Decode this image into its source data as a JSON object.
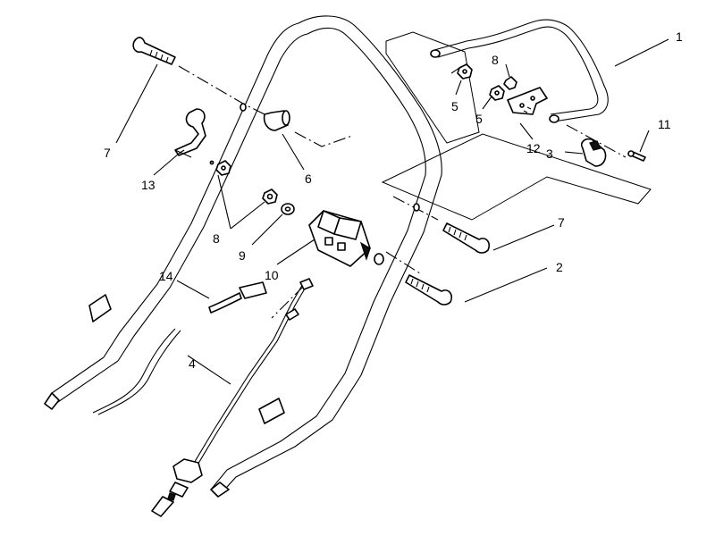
{
  "callouts": [
    {
      "id": "c1",
      "label": "1"
    },
    {
      "id": "c2",
      "label": "2"
    },
    {
      "id": "c3",
      "label": "3"
    },
    {
      "id": "c4",
      "label": "4"
    },
    {
      "id": "c5a",
      "label": "5"
    },
    {
      "id": "c5b",
      "label": "5"
    },
    {
      "id": "c6",
      "label": "6"
    },
    {
      "id": "c7a",
      "label": "7"
    },
    {
      "id": "c7b",
      "label": "7"
    },
    {
      "id": "c8a",
      "label": "8"
    },
    {
      "id": "c8b",
      "label": "8"
    },
    {
      "id": "c9",
      "label": "9"
    },
    {
      "id": "c10",
      "label": "10"
    },
    {
      "id": "c11",
      "label": "11"
    },
    {
      "id": "c12",
      "label": "12"
    },
    {
      "id": "c13",
      "label": "13"
    },
    {
      "id": "c14",
      "label": "14"
    }
  ]
}
